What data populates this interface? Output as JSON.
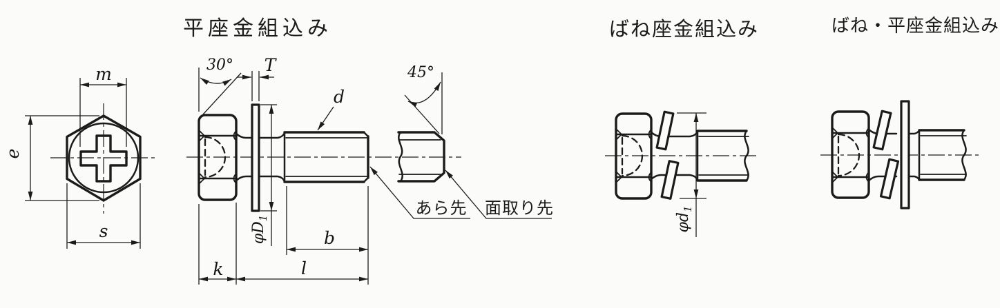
{
  "style": {
    "line_color": "#1b1b1b",
    "bg_color": "#fbfbf9"
  },
  "front": {
    "dim_m": "m",
    "dim_e": "e",
    "dim_s": "s"
  },
  "flat_washer_view": {
    "title": "平座金組込み",
    "dim_head_angle": "30°",
    "dim_T": "T",
    "dim_d": "d",
    "dim_point_angle": "45°",
    "dim_phiD_main": "φD",
    "dim_phiD_sub": "1",
    "dim_b": "b",
    "dim_k": "k",
    "dim_l": "l",
    "callout_rough_point": "あら先",
    "callout_chamfered_point": "面取り先"
  },
  "spring_washer_view": {
    "title": "ばね座金組込み",
    "dim_phid_main": "φd",
    "dim_phid_sub": "1"
  },
  "spring_flat_washer_view": {
    "title": "ばね・平座金組込み"
  }
}
